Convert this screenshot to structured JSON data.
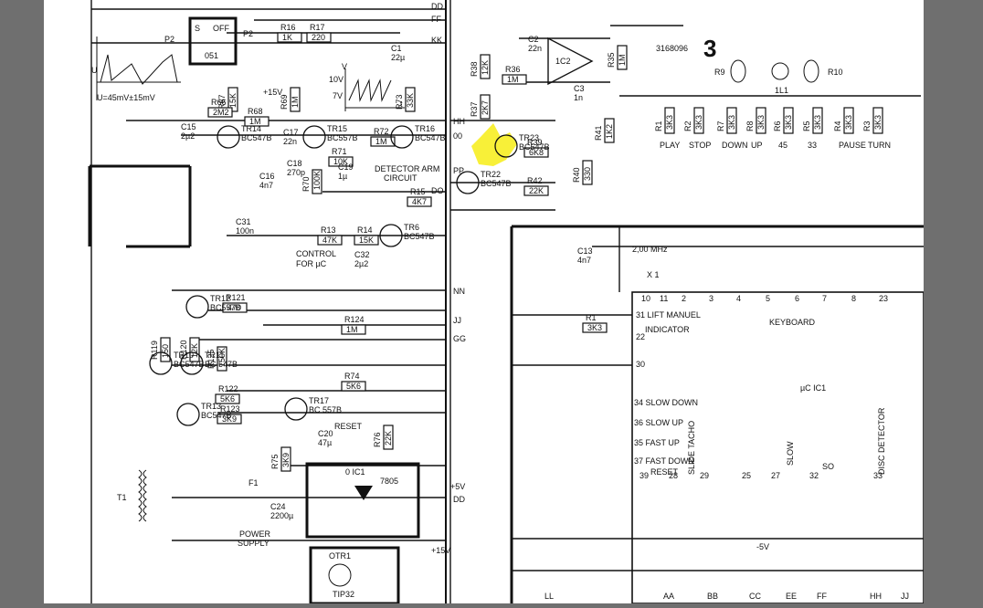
{
  "sheet": {
    "page_number": "3",
    "drawing_number": "3168096"
  },
  "connector_labels_top": [
    "DD",
    "FF",
    "KK"
  ],
  "bus_labels": [
    "HH",
    "00",
    "PP",
    "DO",
    "NN",
    "JJ",
    "GG",
    "DD"
  ],
  "bottom_bus_labels": [
    "LL",
    "AA",
    "BB",
    "CC",
    "EE",
    "FF",
    "HH",
    "JJ"
  ],
  "blocks": {
    "switch_051": {
      "pin_in": "P2",
      "pin_out": "P2",
      "pos_s": "S",
      "pos_off": "OFF",
      "name": "051"
    },
    "waveform_left": {
      "axis_u": "U",
      "caption": "U=45mV±15mV"
    },
    "waveform_sawtooth": {
      "axis_v": "V",
      "v10": "10V",
      "v7": "7V",
      "axis_t": "t"
    },
    "detector_arm": {
      "line1": "DETECTOR ARM",
      "line2": "CIRCUIT"
    },
    "control_uc": {
      "line1": "CONTROL",
      "line2": "FOR µC"
    },
    "reset": {
      "label": "RESET"
    },
    "power_supply": {
      "line1": "POWER",
      "line2": "SUPPLY"
    },
    "regulator": {
      "name": "0 IC1",
      "part": "7805"
    },
    "otr1": {
      "name": "OTR1",
      "part": "TIP32"
    },
    "opamp": {
      "name": "1C2"
    },
    "keyboard": {
      "label": "KEYBOARD"
    },
    "uc": {
      "label": "µC IC1"
    },
    "lift_manuel": {
      "label": "31 LIFT MANUEL"
    },
    "indicator": {
      "label": "INDICATOR"
    }
  },
  "resistors": [
    {
      "ref": "R16",
      "val": "1K"
    },
    {
      "ref": "R17",
      "val": "220"
    },
    {
      "ref": "R67",
      "val": "15K"
    },
    {
      "ref": "R69",
      "val": "1M"
    },
    {
      "ref": "R66",
      "val": "2M2"
    },
    {
      "ref": "R68",
      "val": "1M"
    },
    {
      "ref": "R72",
      "val": "1M"
    },
    {
      "ref": "R71",
      "val": "10K"
    },
    {
      "ref": "R70",
      "val": "100K"
    },
    {
      "ref": "R73",
      "val": "33K"
    },
    {
      "ref": "R15",
      "val": "4K7"
    },
    {
      "ref": "R13",
      "val": "47K"
    },
    {
      "ref": "R14",
      "val": "15K"
    },
    {
      "ref": "R121",
      "val": "470"
    },
    {
      "ref": "R124",
      "val": "1M"
    },
    {
      "ref": "R119",
      "val": "150"
    },
    {
      "ref": "R120",
      "val": "12K"
    },
    {
      "ref": "R125",
      "val": "150K"
    },
    {
      "ref": "R122",
      "val": "5K6"
    },
    {
      "ref": "R123",
      "val": "3K9"
    },
    {
      "ref": "R74",
      "val": "5K6"
    },
    {
      "ref": "R75",
      "val": "3K9"
    },
    {
      "ref": "R76",
      "val": "22K"
    },
    {
      "ref": "R38",
      "val": "12K"
    },
    {
      "ref": "R37",
      "val": "2K7"
    },
    {
      "ref": "R36",
      "val": "1M"
    },
    {
      "ref": "R35",
      "val": "1M"
    },
    {
      "ref": "R39",
      "val": "6K8"
    },
    {
      "ref": "R42",
      "val": "22K"
    },
    {
      "ref": "R41",
      "val": "1K2"
    },
    {
      "ref": "R40",
      "val": "330"
    },
    {
      "ref": "R1",
      "val": "3K3"
    }
  ],
  "transistors": [
    {
      "ref": "TR14",
      "type": "BC547B"
    },
    {
      "ref": "TR15",
      "type": "BC557B"
    },
    {
      "ref": "TR16",
      "type": "BC547B"
    },
    {
      "ref": "TR6",
      "type": "BC547B"
    },
    {
      "ref": "TR12",
      "type": "BC557B"
    },
    {
      "ref": "TR10",
      "type": "BC547B"
    },
    {
      "ref": "TR11",
      "type": "BC 547B"
    },
    {
      "ref": "TR13",
      "type": "BC547B"
    },
    {
      "ref": "TR17",
      "type": "BC 557B"
    },
    {
      "ref": "TR23",
      "type": "BC547B"
    },
    {
      "ref": "TR22",
      "type": "BC547B"
    }
  ],
  "capacitors": [
    {
      "ref": "C1",
      "val": "22µ"
    },
    {
      "ref": "C15",
      "val": "2µ2"
    },
    {
      "ref": "C17",
      "val": "22n"
    },
    {
      "ref": "C16",
      "val": "4n7"
    },
    {
      "ref": "C18",
      "val": "270p"
    },
    {
      "ref": "C19",
      "val": "1µ"
    },
    {
      "ref": "C31",
      "val": "100n"
    },
    {
      "ref": "C32",
      "val": "2µ2"
    },
    {
      "ref": "C20",
      "val": "47µ"
    },
    {
      "ref": "C24",
      "val": "2200µ"
    },
    {
      "ref": "C2",
      "val": "22n"
    },
    {
      "ref": "C3",
      "val": "1n"
    },
    {
      "ref": "C13",
      "val": "4n7"
    }
  ],
  "keys": [
    {
      "ref": "R1",
      "val": "3K3",
      "fn": "PLAY"
    },
    {
      "ref": "R2",
      "val": "3K3",
      "fn": "STOP"
    },
    {
      "ref": "R7",
      "val": "3K3",
      "fn": "DOWN"
    },
    {
      "ref": "R8",
      "val": "3K3",
      "fn": "UP"
    },
    {
      "ref": "R6",
      "val": "3K3",
      "fn": "45"
    },
    {
      "ref": "R5",
      "val": "3K3",
      "fn": "33"
    },
    {
      "ref": "R4",
      "val": "3K3",
      "fn": "PAUSE"
    },
    {
      "ref": "R3",
      "val": "3K3",
      "fn": "TURN"
    }
  ],
  "uc_pins": {
    "top": [
      "10",
      "11",
      "2",
      "3",
      "4",
      "5",
      "6",
      "7",
      "8",
      "23"
    ],
    "inputs": [
      "34 SLOW DOWN",
      "36 SLOW UP",
      "35 FAST UP",
      "37 FAST DOWN"
    ],
    "reset": "RESET",
    "bottom": [
      "39",
      "28",
      "29",
      "25",
      "27",
      "32",
      "33"
    ],
    "other": [
      "22",
      "30"
    ]
  },
  "misc": {
    "crystal": "2,00 MHz",
    "crystal_ref": "X 1",
    "plus15": "+15V",
    "plus5": "+5V",
    "minus5": "-5V",
    "slide_tacho": "SLIDE TACHO",
    "slow": "SLOW",
    "so": "SO",
    "disc_detector": "DISC DETECTOR",
    "t1": "T1",
    "f1": "F1",
    "lamp_refs": [
      "R9",
      "R10",
      "1L1"
    ]
  }
}
